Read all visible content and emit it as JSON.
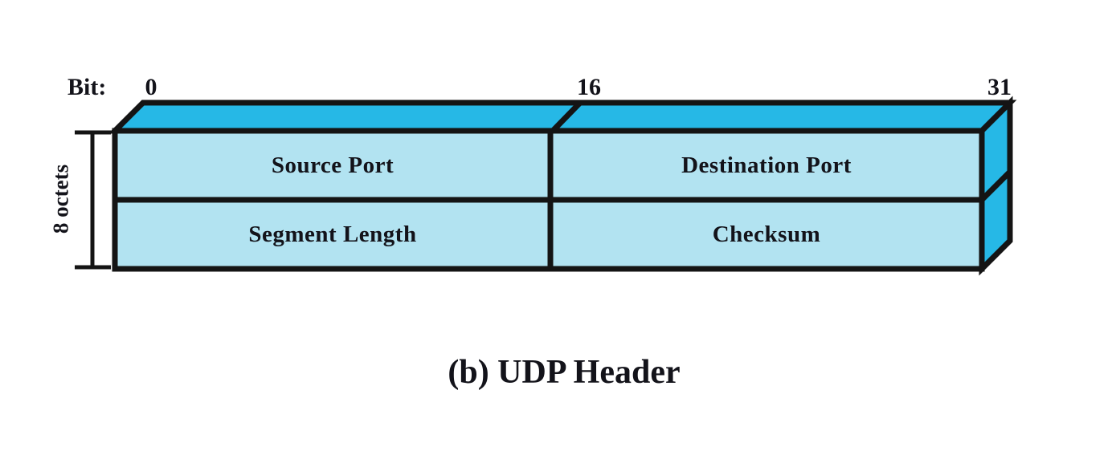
{
  "figure": {
    "bit_axis": {
      "label": "Bit:",
      "ticks": [
        {
          "value": "0"
        },
        {
          "value": "16"
        },
        {
          "value": "31"
        }
      ]
    },
    "dimension": {
      "label": "8 octets"
    },
    "header_box": {
      "rows": [
        {
          "cells": [
            {
              "label": "Source Port"
            },
            {
              "label": "Destination Port"
            }
          ]
        },
        {
          "cells": [
            {
              "label": "Segment Length"
            },
            {
              "label": "Checksum"
            }
          ]
        }
      ]
    },
    "caption": "(b) UDP Header",
    "colors": {
      "face_top_side": "#26b8e6",
      "face_front": "#b2e3f1",
      "outline": "#141414",
      "text": "#13131a"
    }
  }
}
